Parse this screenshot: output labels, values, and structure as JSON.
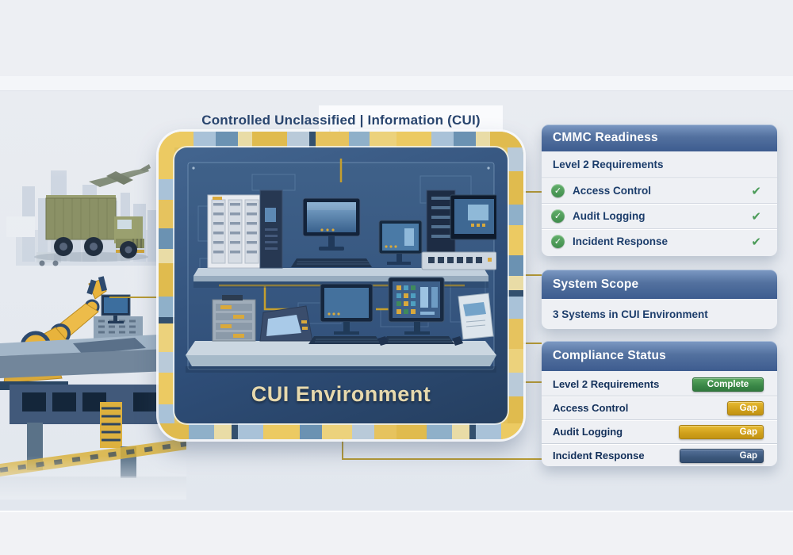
{
  "page": {
    "title": "Controlled Unclassified | Information (CUI)"
  },
  "cui_panel": {
    "label": "CUI Environment"
  },
  "cards": {
    "readiness": {
      "title": "CMMC Readiness",
      "subtitle": "Level 2 Requirements",
      "items": [
        {
          "label": "Access Control",
          "status": "complete"
        },
        {
          "label": "Audit Logging",
          "status": "complete"
        },
        {
          "label": "Incident Response",
          "status": "complete"
        }
      ]
    },
    "scope": {
      "title": "System Scope",
      "body": "3 Systems in CUI Environment"
    },
    "compliance": {
      "title": "Compliance Status",
      "rows": [
        {
          "label": "Level 2 Requirements",
          "status": "Complete",
          "badge_color": "green"
        },
        {
          "label": "Access Control",
          "status": "Gap",
          "badge_color": "gold"
        },
        {
          "label": "Audit Logging",
          "status": "Gap",
          "badge_color": "gold"
        },
        {
          "label": "Incident Response",
          "status": "Gap",
          "badge_color": "navy"
        }
      ]
    }
  },
  "icons": {
    "check_circle": "✓",
    "check_mark": "✔"
  },
  "colors": {
    "header_blue_top": "#7d9ac4",
    "header_blue_bottom": "#3d5c8f",
    "accent_gold": "#c9a227",
    "status_green": "#3f8c4c",
    "status_gold": "#cf9f1a",
    "status_navy": "#3c587c",
    "text_navy": "#1c3d6b",
    "panel_navy": "#2e4d77",
    "cui_label_cream": "#e7d9ad"
  }
}
